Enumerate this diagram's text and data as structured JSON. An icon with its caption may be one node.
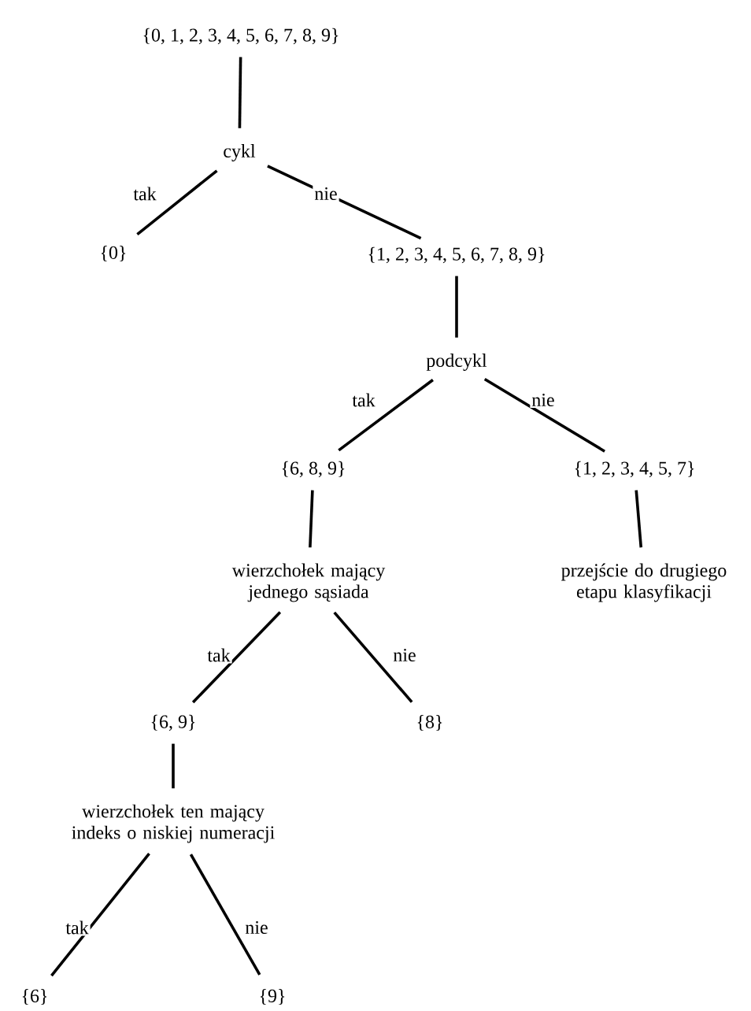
{
  "diagram": {
    "nodes": [
      {
        "text": [
          "{0, 1, 2, 3, 4, 5, 6, 7, 8, 9}"
        ]
      },
      {
        "text": [
          "cykl"
        ]
      },
      {
        "text": [
          "{0}"
        ]
      },
      {
        "text": [
          "{1, 2, 3, 4, 5, 6, 7, 8, 9}"
        ]
      },
      {
        "text": [
          "podcykl"
        ]
      },
      {
        "text": [
          "{6, 8, 9}"
        ]
      },
      {
        "text": [
          "{1, 2, 3, 4, 5, 7}"
        ]
      },
      {
        "text": [
          "wierzchołek mający jednego sąsiada"
        ]
      },
      {
        "text": [
          "przejście do drugiego etapu klasyfikacji"
        ]
      },
      {
        "text": [
          "{6, 9}"
        ]
      },
      {
        "text": [
          "{8}"
        ]
      },
      {
        "text": [
          "wierzchołek ten mający indeks o niskiej numeracji"
        ]
      },
      {
        "text": [
          "{6}"
        ]
      },
      {
        "text": [
          "{9}"
        ]
      }
    ],
    "edges": [
      {
        "from": 0,
        "to": 1,
        "arrow": "none"
      },
      {
        "from": 1,
        "to": 2,
        "arrow": "none",
        "label": "tak"
      },
      {
        "from": 1,
        "to": 3,
        "arrow": "none",
        "label": "nie"
      },
      {
        "from": 3,
        "to": 4,
        "arrow": "none"
      },
      {
        "from": 4,
        "to": 5,
        "arrow": "none",
        "label": "tak"
      },
      {
        "from": 4,
        "to": 6,
        "arrow": "none",
        "label": "nie"
      },
      {
        "from": 5,
        "to": 7,
        "arrow": "none"
      },
      {
        "from": 6,
        "to": 8,
        "arrow": "none"
      },
      {
        "from": 7,
        "to": 9,
        "arrow": "none",
        "label": "tak"
      },
      {
        "from": 7,
        "to": 10,
        "arrow": "none",
        "label": "nie"
      },
      {
        "from": 9,
        "to": 11,
        "arrow": "none"
      },
      {
        "from": 11,
        "to": 12,
        "arrow": "none",
        "label": "tak"
      },
      {
        "from": 11,
        "to": 13,
        "arrow": "none",
        "label": "nie"
      }
    ]
  }
}
